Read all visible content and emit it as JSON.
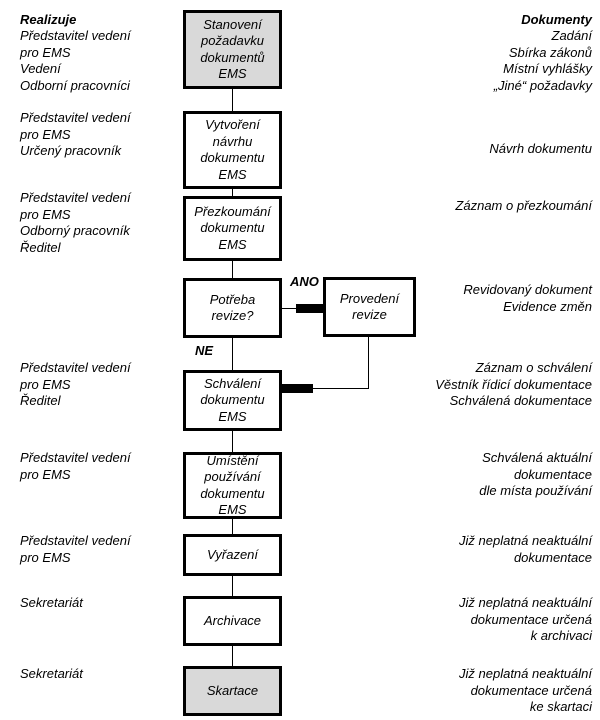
{
  "figure": {
    "type": "flowchart",
    "language": "cs",
    "columns": {
      "left_header": "Realizuje",
      "right_header": "Dokumenty"
    },
    "colors": {
      "stroke": "#000000",
      "background": "#ffffff",
      "terminal_fill": "#d9d9d9",
      "process_fill": "#ffffff"
    }
  },
  "nodes": [
    {
      "id": "stanoveni",
      "label": "Stanovení\npožadavku\ndokumentů\nEMS",
      "shaded": true
    },
    {
      "id": "vytvoreni",
      "label": "Vytvoření\nnávrhu\ndokumentu\nEMS",
      "shaded": false
    },
    {
      "id": "prezkoumani",
      "label": "Přezkoumání\ndokumentu\nEMS",
      "shaded": false
    },
    {
      "id": "potreba",
      "label": "Potřeba\nrevize?",
      "shaded": false
    },
    {
      "id": "provedeni",
      "label": "Provedení\nrevize",
      "shaded": false
    },
    {
      "id": "schvaleni",
      "label": "Schválení\ndokumentu\nEMS",
      "shaded": false
    },
    {
      "id": "umisteni",
      "label": "Umístění\npoužívání\ndokumentu\nEMS",
      "shaded": false
    },
    {
      "id": "vyrazeni",
      "label": "Vyřazení",
      "shaded": false
    },
    {
      "id": "archivace",
      "label": "Archivace",
      "shaded": false
    },
    {
      "id": "skartace",
      "label": "Skartace",
      "shaded": true
    }
  ],
  "branch_labels": {
    "yes": "ANO",
    "no": "NE"
  },
  "left_column": [
    "Představitel vedení\npro EMS\nVedení\nOdborní pracovníci",
    "Představitel vedení\npro EMS\nUrčený pracovník",
    "Představitel vedení\npro EMS\nOdborný pracovník\nŘeditel",
    "Představitel vedení\npro EMS\nŘeditel",
    "Představitel vedení\npro EMS",
    "Představitel vedení\npro EMS",
    "Sekretariát",
    "Sekretariát"
  ],
  "right_column": [
    "Zadání\nSbírka zákonů\nMístní vyhlášky\n„Jiné“ požadavky",
    "Návrh dokumentu",
    "Záznam o přezkoumání",
    "Revidovaný dokument\nEvidence změn",
    "Záznam o schválení\nVěstník řídicí dokumentace\nSchválená dokumentace",
    "Schválená aktuální\ndokumentace\ndle místa používání",
    "Již neplatná neaktuální\ndokumentace",
    "Již neplatná neaktuální\ndokumentace určená\nk archivaci",
    "Již neplatná neaktuální\ndokumentace určená\nke skartaci"
  ]
}
